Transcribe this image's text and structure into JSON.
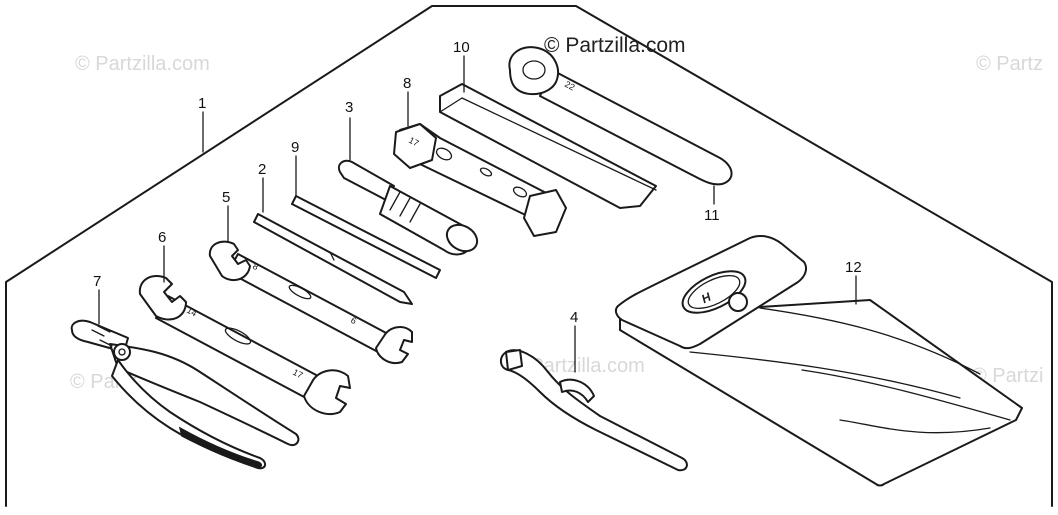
{
  "watermark": {
    "brand": "© Partzilla.com",
    "brand_short": "© Partz",
    "brand_right": "© Partzi",
    "brand_mid": "Partzilla.com"
  },
  "callouts": [
    "1",
    "2",
    "3",
    "4",
    "5",
    "6",
    "7",
    "8",
    "9",
    "10",
    "11",
    "12"
  ],
  "stamps": {
    "ring_wrench": "22",
    "wrench_5_a": "8",
    "wrench_5_b": "6",
    "wrench_6_a": "14",
    "wrench_6_b": "17",
    "box_spanner": "17"
  },
  "colors": {
    "line": "#1a1a1a",
    "watermark": "#d8d8d8",
    "background": "#ffffff"
  }
}
